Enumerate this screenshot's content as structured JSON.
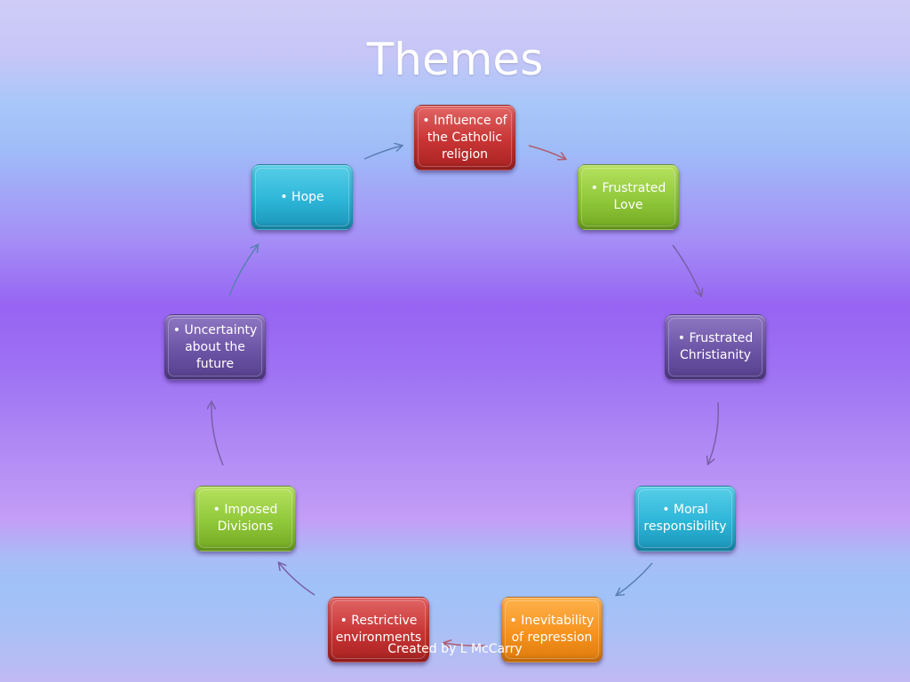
{
  "title": "Themes",
  "footer": "Created by L McCarry",
  "nodes": [
    {
      "label": "• Influence of the Catholic religion",
      "color": "#c83434"
    },
    {
      "label": "• Frustrated Love",
      "color": "#90c83a"
    },
    {
      "label": "• Frustrated Christianity",
      "color": "#6c54a6"
    },
    {
      "label": "• Moral responsibility",
      "color": "#2db5d8"
    },
    {
      "label": "• Inevitability of repression",
      "color": "#f7931e"
    },
    {
      "label": "• Restrictive environments",
      "color": "#c83434"
    },
    {
      "label": "• Imposed Divisions",
      "color": "#90c83a"
    },
    {
      "label": "• Uncertainty about the future",
      "color": "#6c54a6"
    },
    {
      "label": "• Hope",
      "color": "#2db5d8"
    }
  ]
}
